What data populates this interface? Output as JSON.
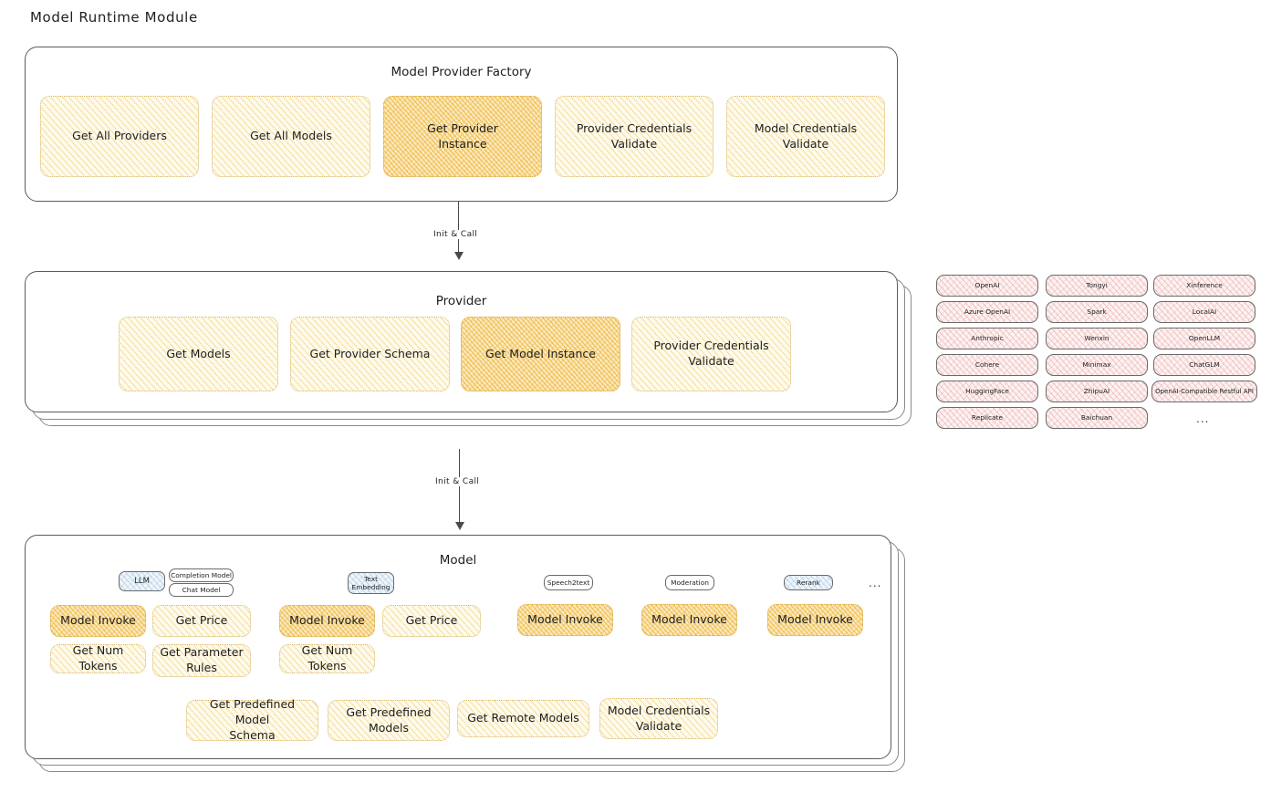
{
  "page": {
    "title": "Model Runtime Module"
  },
  "arrows": [
    {
      "label": "Init & Call"
    },
    {
      "label": "Init & Call"
    }
  ],
  "factory": {
    "title": "Model Provider Factory",
    "nodes": [
      {
        "label": "Get All Providers",
        "highlighted": false
      },
      {
        "label": "Get All Models",
        "highlighted": false
      },
      {
        "label": "Get Provider\nInstance",
        "highlighted": true
      },
      {
        "label": "Provider Credentials\nValidate",
        "highlighted": false
      },
      {
        "label": "Model Credentials\nValidate",
        "highlighted": false
      }
    ]
  },
  "provider": {
    "title": "Provider",
    "nodes": [
      {
        "label": "Get Models",
        "highlighted": false
      },
      {
        "label": "Get Provider Schema",
        "highlighted": false
      },
      {
        "label": "Get Model Instance",
        "highlighted": true
      },
      {
        "label": "Provider Credentials\nValidate",
        "highlighted": false
      }
    ]
  },
  "provider_list": {
    "columns": [
      {
        "items": [
          "OpenAI",
          "Azure OpenAI",
          "Anthropic",
          "Cohere",
          "HuggingFace",
          "Replicate"
        ]
      },
      {
        "items": [
          "Tongyi",
          "Spark",
          "Wenxin",
          "Minimax",
          "ZhipuAI",
          "Baichuan"
        ]
      },
      {
        "items": [
          "Xinference",
          "LocalAI",
          "OpenLLM",
          "ChatGLM",
          "OpenAI-Compatible Restful API"
        ]
      }
    ],
    "more": "..."
  },
  "model": {
    "title": "Model",
    "more": "...",
    "types": [
      {
        "badge": "LLM",
        "badge_style": "blue",
        "sub_badges": [
          "Completion Model",
          "Chat Model"
        ],
        "methods": [
          {
            "label": "Model Invoke",
            "highlighted": true
          },
          {
            "label": "Get Price",
            "highlighted": false
          },
          {
            "label": "Get Num Tokens",
            "highlighted": false
          },
          {
            "label": "Get Parameter\nRules",
            "highlighted": false
          }
        ]
      },
      {
        "badge": "Text\nEmbedding",
        "badge_style": "blue",
        "sub_badges": [],
        "methods": [
          {
            "label": "Model Invoke",
            "highlighted": true
          },
          {
            "label": "Get Price",
            "highlighted": false
          },
          {
            "label": "Get Num Tokens",
            "highlighted": false
          }
        ]
      },
      {
        "badge": "Speech2text",
        "badge_style": "white",
        "sub_badges": [],
        "methods": [
          {
            "label": "Model Invoke",
            "highlighted": true
          }
        ]
      },
      {
        "badge": "Moderation",
        "badge_style": "white",
        "sub_badges": [],
        "methods": [
          {
            "label": "Model Invoke",
            "highlighted": true
          }
        ]
      },
      {
        "badge": "Rerank",
        "badge_style": "blue",
        "sub_badges": [],
        "methods": [
          {
            "label": "Model Invoke",
            "highlighted": true
          }
        ]
      }
    ],
    "common_methods": [
      {
        "label": "Get Predefined Model\nSchema"
      },
      {
        "label": "Get Predefined\nModels"
      },
      {
        "label": "Get Remote Models"
      },
      {
        "label": "Model Credentials\nValidate"
      }
    ]
  }
}
